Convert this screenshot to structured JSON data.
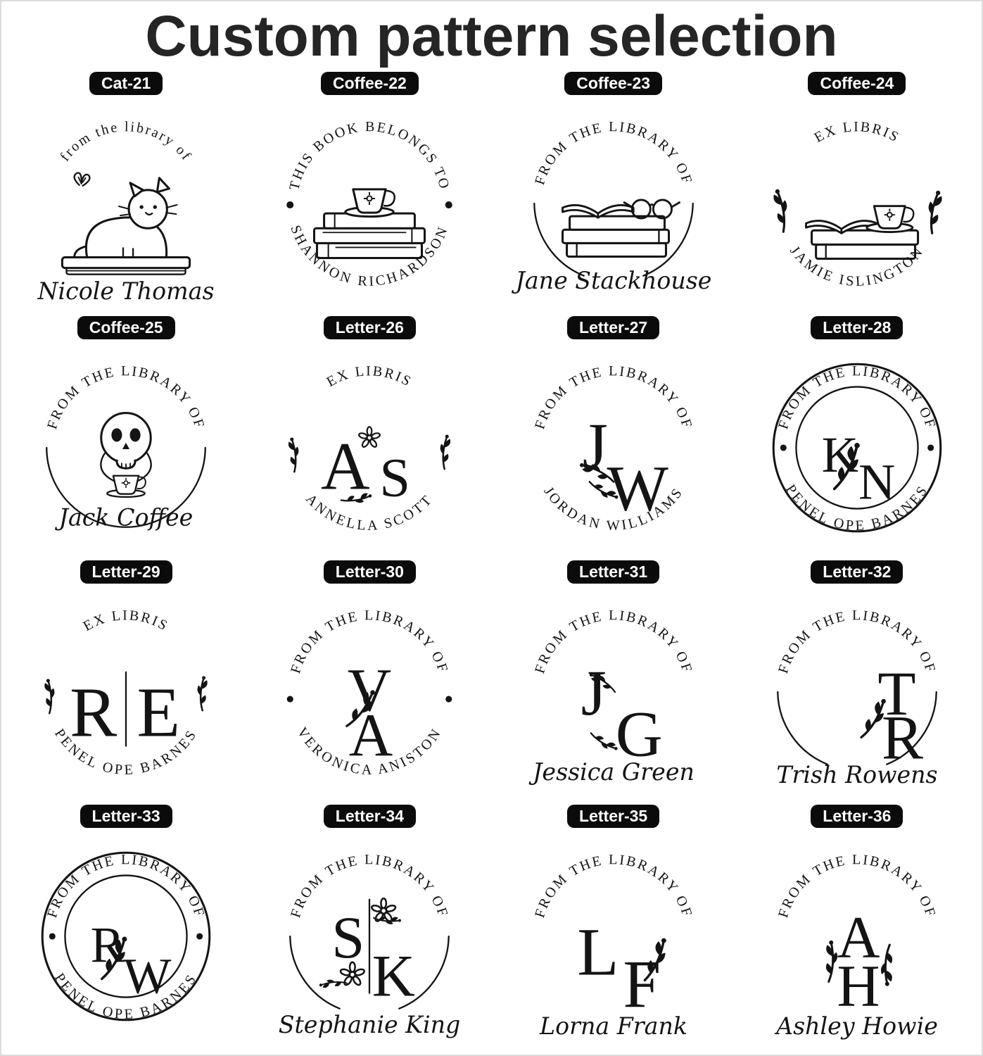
{
  "title": "Custom pattern selection",
  "colors": {
    "ink": "#141414",
    "pill_bg": "#0b0b0b",
    "pill_text": "#ffffff"
  },
  "stamps": [
    {
      "label": "Cat-21",
      "arc_top": "from the library of",
      "name": "Nicole Thomas",
      "icon": "cat-on-book"
    },
    {
      "label": "Coffee-22",
      "arc_top": "THIS BOOK BELONGS TO",
      "arc_bottom": "SHANNON RICHARDSON",
      "icon": "teacup-on-books"
    },
    {
      "label": "Coffee-23",
      "arc_top": "FROM THE LIBRARY OF",
      "name": "Jane Stackhouse",
      "icon": "books-with-glasses"
    },
    {
      "label": "Coffee-24",
      "arc_top": "EX LIBRIS",
      "arc_bottom": "JAMIE ISLINGTON",
      "icon": "teacup-on-books-floral"
    },
    {
      "label": "Coffee-25",
      "arc_top": "FROM THE LIBRARY OF",
      "name": "Jack Coffee",
      "icon": "skull-with-teacup"
    },
    {
      "label": "Letter-26",
      "arc_top": "EX LIBRIS",
      "arc_bottom": "ANNELLA SCOTT",
      "monogram_1": "A",
      "monogram_2": "S",
      "icon": "floral-monogram"
    },
    {
      "label": "Letter-27",
      "arc_top": "FROM THE LIBRARY OF",
      "arc_bottom": "JORDAN WILLIAMS",
      "monogram_1": "J",
      "monogram_2": "W",
      "icon": "floral-monogram"
    },
    {
      "label": "Letter-28",
      "arc_top": "FROM THE LIBRARY OF",
      "arc_bottom": "PENEL OPE BARNES",
      "monogram_1": "K",
      "monogram_2": "N",
      "icon": "double-circle-monogram"
    },
    {
      "label": "Letter-29",
      "arc_top": "EX LIBRIS",
      "arc_bottom": "PENEL OPE BARNES",
      "monogram_1": "R",
      "monogram_2": "E",
      "icon": "divided-monogram"
    },
    {
      "label": "Letter-30",
      "arc_top": "FROM THE LIBRARY OF",
      "arc_bottom": "VERONICA ANISTON",
      "monogram_1": "V",
      "monogram_2": "A",
      "icon": "stacked-monogram"
    },
    {
      "label": "Letter-31",
      "arc_top": "FROM THE LIBRARY OF",
      "name": "Jessica Green",
      "monogram_1": "J",
      "monogram_2": "G",
      "icon": "floral-monogram"
    },
    {
      "label": "Letter-32",
      "arc_top": "FROM THE LIBRARY OF",
      "name": "Trish Rowens",
      "monogram_1": "T",
      "monogram_2": "R",
      "icon": "stacked-monogram"
    },
    {
      "label": "Letter-33",
      "arc_top": "FROM THE LIBRARY OF",
      "arc_bottom": "PENEL OPE BARNES",
      "monogram_1": "R",
      "monogram_2": "W",
      "icon": "double-circle-monogram"
    },
    {
      "label": "Letter-34",
      "arc_top": "FROM THE LIBRARY OF",
      "name": "Stephanie King",
      "monogram_1": "S",
      "monogram_2": "K",
      "icon": "divided-floral-monogram"
    },
    {
      "label": "Letter-35",
      "arc_top": "FROM THE LIBRARY OF",
      "name": "Lorna Frank",
      "monogram_1": "L",
      "monogram_2": "F",
      "icon": "floral-monogram"
    },
    {
      "label": "Letter-36",
      "arc_top": "FROM THE LIBRARY OF",
      "name": "Ashley Howie",
      "monogram_1": "A",
      "monogram_2": "H",
      "icon": "stacked-floral-monogram"
    }
  ]
}
